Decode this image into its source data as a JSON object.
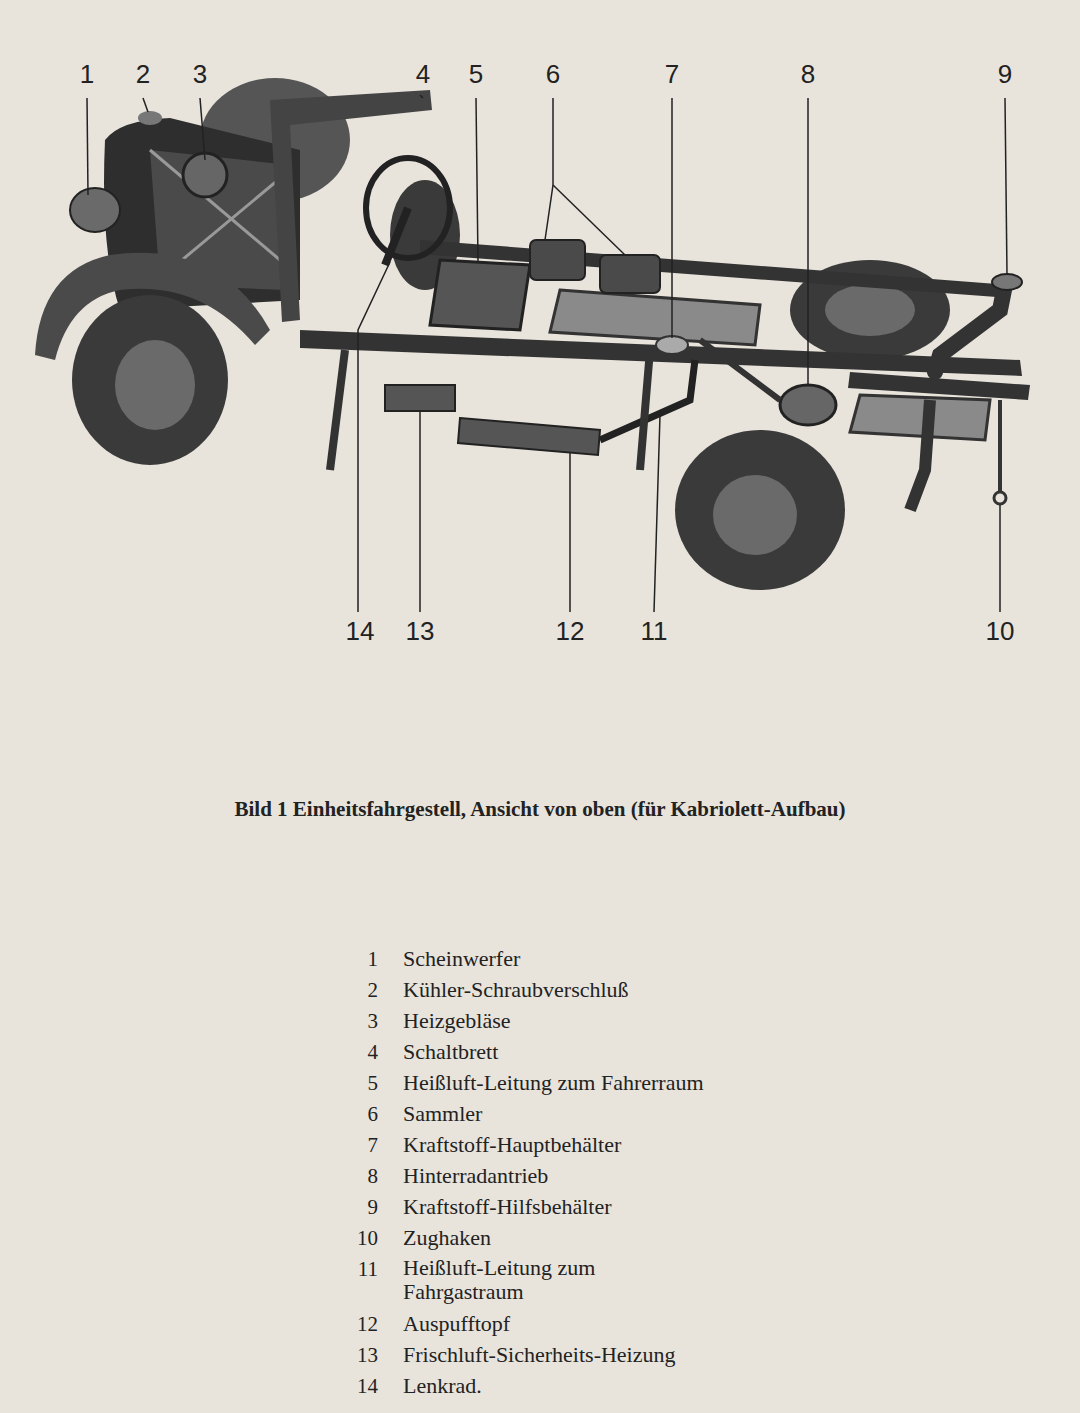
{
  "diagram": {
    "caption": "Bild 1 Einheitsfahrgestell, Ansicht von oben (für Kabriolett-Aufbau)",
    "labels": [
      "1",
      "2",
      "3",
      "4",
      "5",
      "6",
      "7",
      "8",
      "9",
      "14",
      "13",
      "12",
      "11",
      "10",
      "1",
      "Scheinwerfer",
      "2",
      "Kühler-Schraubverschluß",
      "3",
      "Heizgebläse",
      "4",
      "Schaltbrett",
      "5",
      "Heißluft-Leitung zum Fahrerraum",
      "6",
      "Sammler",
      "7",
      "Kraftstoff-Hauptbehälter",
      "8",
      "Hinterradantrieb",
      "9",
      "Kraftstoff-Hilfsbehälter",
      "10",
      "Zughaken",
      "11",
      "Heißluft-Leitung zum Fahrgastraum",
      "12",
      "Auspufftopf",
      "13",
      "Frischluft-Sicherheits-Heizung",
      "14",
      "Lenkrad."
    ]
  }
}
